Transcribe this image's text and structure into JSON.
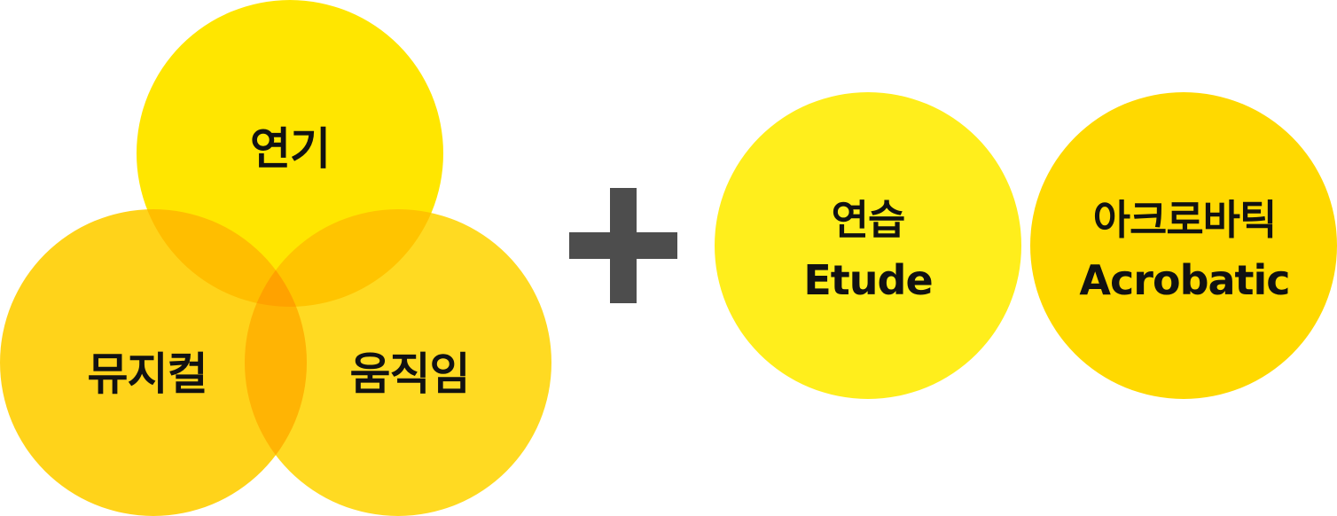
{
  "venn": {
    "top": {
      "label": "연기",
      "color": "#FFE600"
    },
    "left": {
      "label": "뮤지컬",
      "color": "#FFD31A"
    },
    "right": {
      "label": "움직임",
      "color": "#FFDA22"
    }
  },
  "operator": {
    "icon": "plus-icon",
    "color": "#4D4D4D"
  },
  "extras": [
    {
      "label_ko": "연습",
      "label_en": "Etude",
      "color": "#FFEE1C"
    },
    {
      "label_ko": "아크로바틱",
      "label_en": "Acrobatic",
      "color": "#FFD900"
    }
  ]
}
